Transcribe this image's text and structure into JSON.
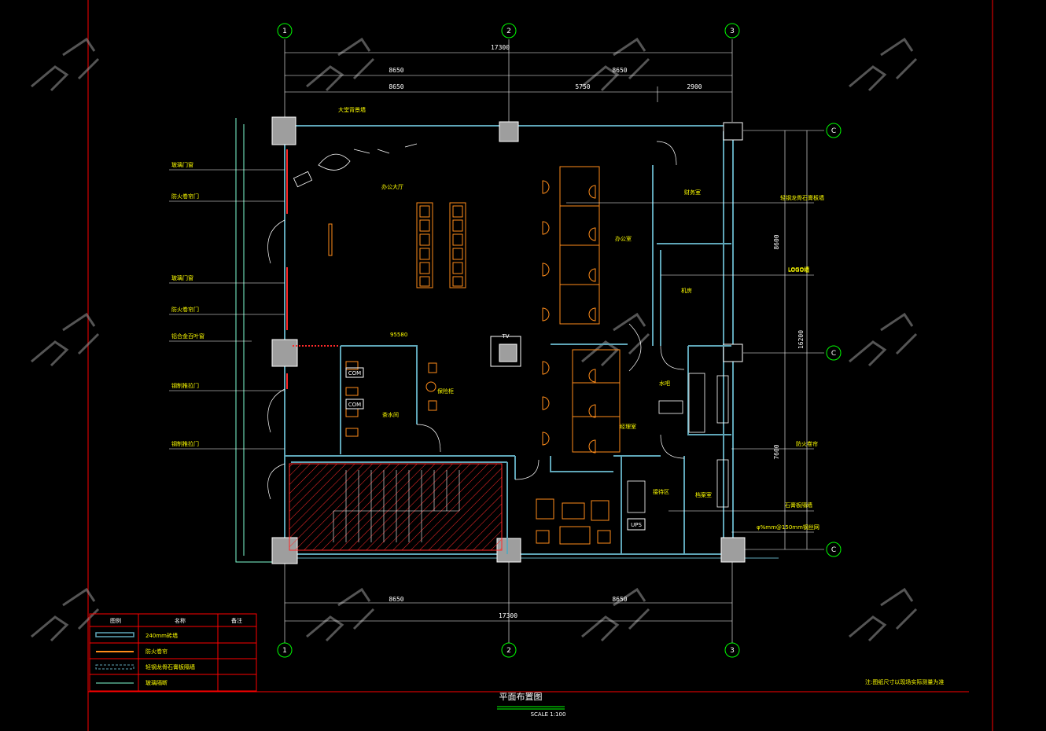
{
  "axes": {
    "columns": [
      "1",
      "2",
      "3"
    ],
    "rows": [
      "C",
      "C",
      "C"
    ]
  },
  "dimensions": {
    "top_total": "17300",
    "top_row1": [
      "8650",
      "8650"
    ],
    "top_row2": [
      "8650",
      "5750",
      "2900"
    ],
    "bottom_row": [
      "8650",
      "8650"
    ],
    "bottom_total": "17300",
    "right_outer": [
      "8600",
      "16200",
      "7600"
    ]
  },
  "rooms": {
    "reception_wall": "大堂背景墙",
    "open_office": "办公大厅",
    "partner_office": "办公室",
    "finance": "财务室",
    "server_room": "机房",
    "water_bar": "水吧",
    "manager": "经理室",
    "logo_wall": "LOGO墙",
    "pantry": "茶水间",
    "tv": "TV",
    "com1": "COM",
    "com2": "COM",
    "ups": "UPS",
    "reception": "接待区",
    "phone": "95580",
    "safe": "保险柜",
    "archive": "档案室"
  },
  "left_notes": [
    "玻璃门窗",
    "防火卷帘门",
    "玻璃门窗",
    "防火卷帘门",
    "铝合金百叶窗",
    "钢制推拉门",
    "钢制推拉门"
  ],
  "right_notes": [
    "轻钢龙骨石膏板墙",
    "LOGO墙",
    "防火卷帘",
    "石膏板隔墙",
    "φ%mm@150mm钢丝网"
  ],
  "legend": {
    "headers": [
      "图例",
      "名称",
      "备注"
    ],
    "rows": [
      {
        "name": "240mm砖墙",
        "color": "#5fa6b8"
      },
      {
        "name": "防火卷帘",
        "color": "#ff8c1a"
      },
      {
        "name": "轻钢龙骨石膏板隔墙",
        "color": "#5fa6b8"
      },
      {
        "name": "玻璃隔断",
        "color": "#7fffd4"
      }
    ]
  },
  "drawing_title": "平面布置图",
  "scale": "SCALE 1:100",
  "footnote": "注:图纸尺寸以现场实际测量为准",
  "colors": {
    "background": "#000000",
    "frame": "#ff0000",
    "wall": "#5fa6b8",
    "dim": "#ffffff",
    "label": "#ffff00",
    "furniture": "#ff8c1a",
    "hatch": "#ff2a2a"
  }
}
